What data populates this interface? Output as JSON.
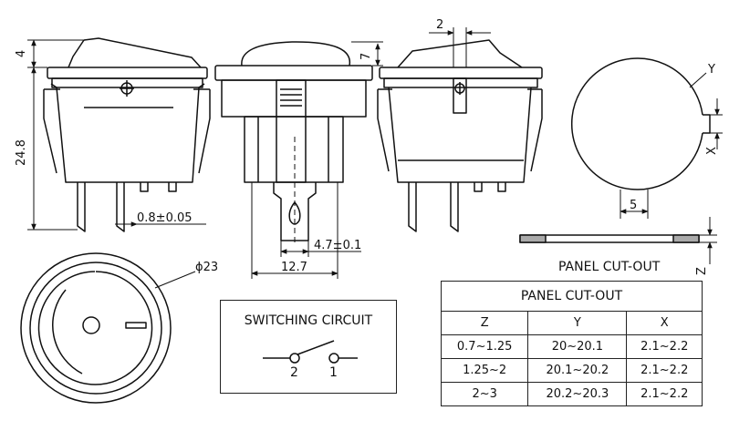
{
  "dimensions": {
    "height_top": "4",
    "height_total": "24.8",
    "pin_thickness": "0.8±0.05",
    "pin_width": "4.7±0.1",
    "body_width": "12.7",
    "cap_height": "7",
    "offset_side": "2",
    "diameter": "ϕ23",
    "dim_y": "Y",
    "dim_x": "X",
    "dim_z": "Z",
    "notch_width": "5"
  },
  "switching_circuit": {
    "title": "SWITCHING CIRCUIT",
    "terminal_left": "2",
    "terminal_right": "1"
  },
  "panel_cutout_caption": "PANEL CUT-OUT",
  "table": {
    "title": "PANEL CUT-OUT",
    "headers": [
      "Z",
      "Y",
      "X"
    ],
    "rows": [
      [
        "0.7~1.25",
        "20~20.1",
        "2.1~2.2"
      ],
      [
        "1.25~2",
        "20.1~20.2",
        "2.1~2.2"
      ],
      [
        "2~3",
        "20.2~20.3",
        "2.1~2.2"
      ]
    ]
  }
}
